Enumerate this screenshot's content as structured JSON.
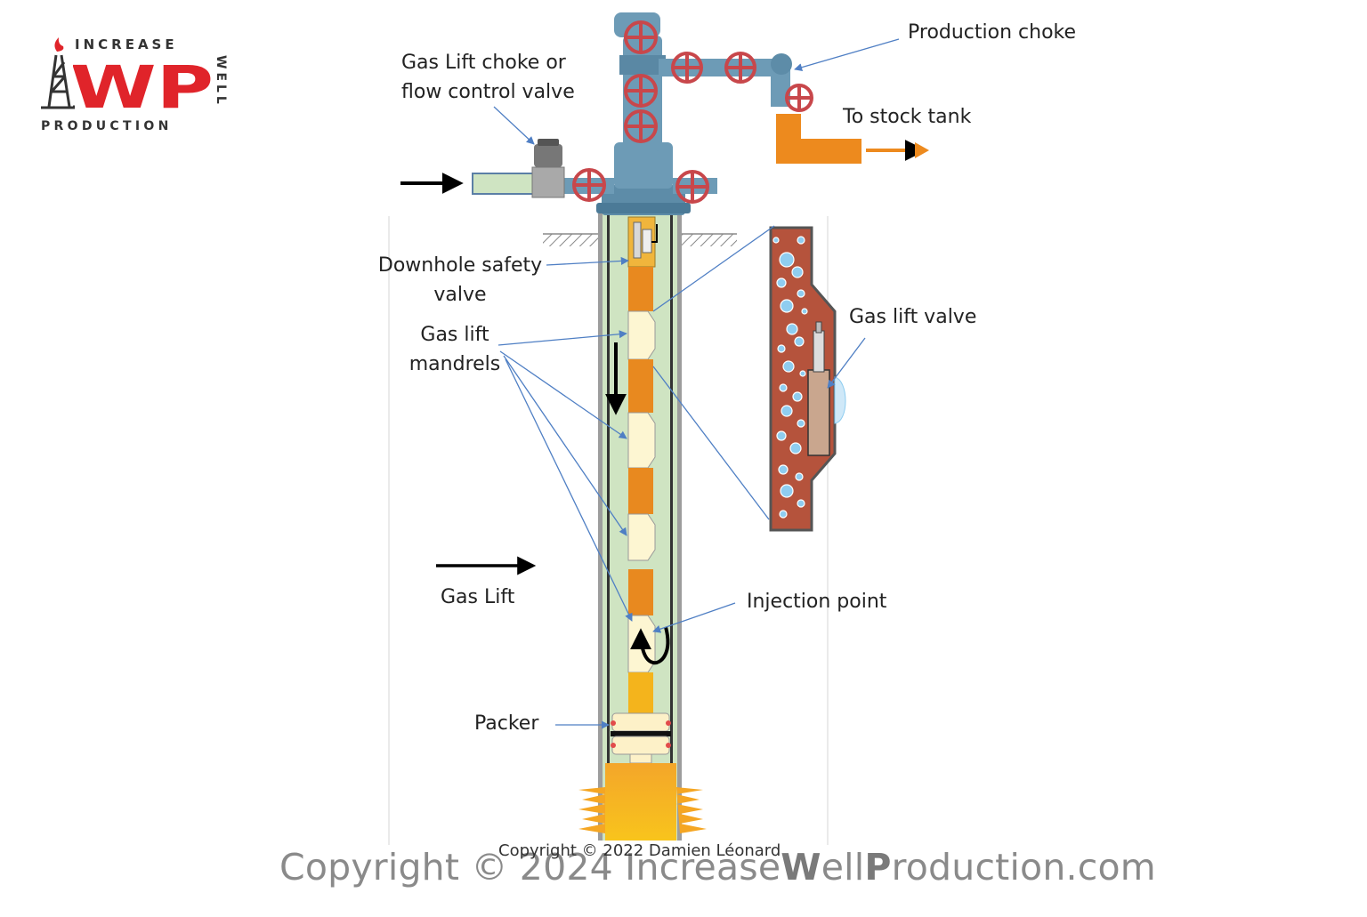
{
  "logo": {
    "top_text": "INCREASE",
    "main_text": "IWP",
    "side_text": "WELL",
    "bottom_text": "PRODUCTION"
  },
  "labels": {
    "gas_lift_choke_line1": "Gas Lift choke or",
    "gas_lift_choke_line2": "flow control valve",
    "production_choke": "Production choke",
    "to_stock_tank": "To stock tank",
    "downhole_safety_line1": "Downhole safety",
    "downhole_safety_line2": "valve",
    "mandrels_line1": "Gas lift",
    "mandrels_line2": "mandrels",
    "gas_lift_valve": "Gas lift valve",
    "gas_lift": "Gas Lift",
    "injection_point": "Injection point",
    "packer": "Packer"
  },
  "copyright": {
    "small": "Copyright © 2022 Damien Léonard",
    "big_prefix": "Copyright © 2024 Increase",
    "big_w": "W",
    "big_ell": "ell",
    "big_p": "P",
    "big_suffix": "roduction.com"
  },
  "colors": {
    "logo_red": "#e0242a",
    "annulus_green": "#cfe4c2",
    "tubing_orange": "#e8891f",
    "mandrel_cream": "#fdf6d2",
    "wellhead_blue": "#5d8ca8",
    "valve_red": "#c8474b",
    "rock_brown": "#b5533c",
    "bubble_blue": "#8fcdf0",
    "pointer_blue": "#4f7fc4",
    "stock_tank_orange": "#ed8a1e"
  }
}
